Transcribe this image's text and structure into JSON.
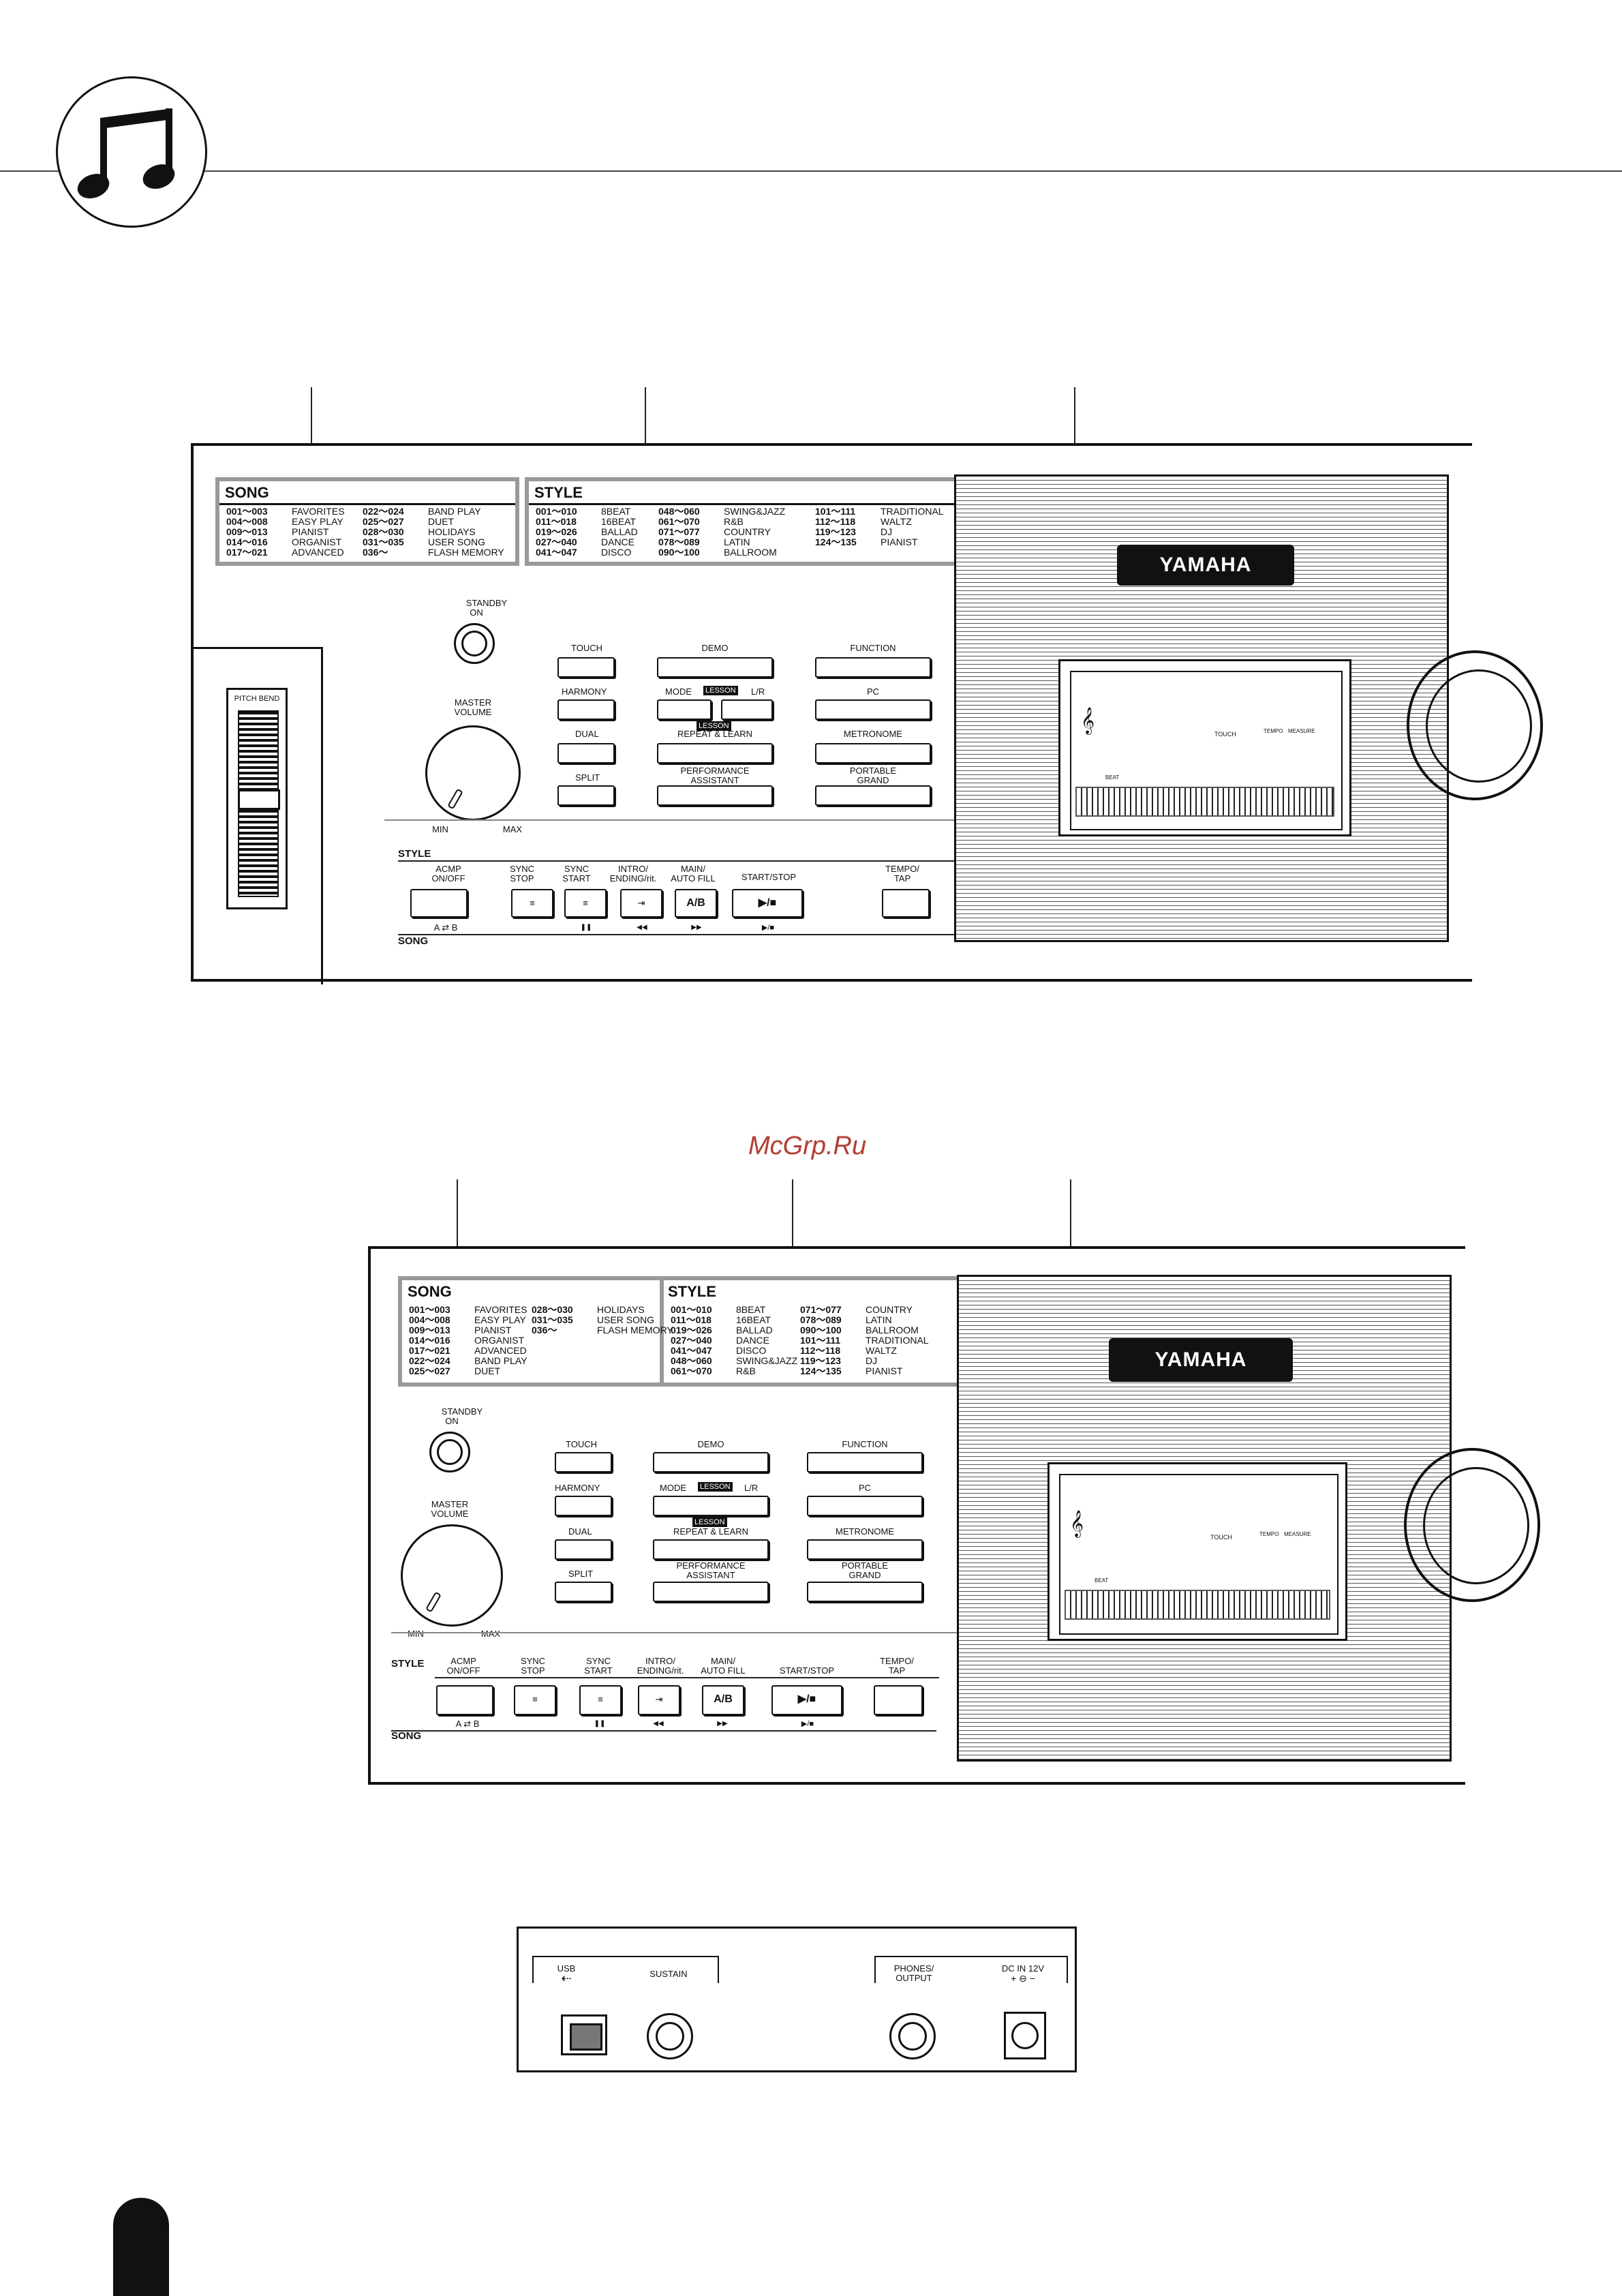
{
  "watermark": "McGrp.Ru",
  "song_list": {
    "title": "SONG",
    "items": [
      {
        "range": "001～003",
        "name": "FAVORITES"
      },
      {
        "range": "004～008",
        "name": "EASY PLAY"
      },
      {
        "range": "009～013",
        "name": "PIANIST"
      },
      {
        "range": "014～016",
        "name": "ORGANIST"
      },
      {
        "range": "017～021",
        "name": "ADVANCED"
      },
      {
        "range": "022～024",
        "name": "BAND PLAY"
      },
      {
        "range": "025～027",
        "name": "DUET"
      },
      {
        "range": "028～030",
        "name": "HOLIDAYS"
      },
      {
        "range": "031～035",
        "name": "USER SONG"
      },
      {
        "range": "036～",
        "name": "FLASH MEMORY"
      }
    ]
  },
  "style_list": {
    "title": "STYLE",
    "items": [
      {
        "range": "001～010",
        "name": "8BEAT"
      },
      {
        "range": "011～018",
        "name": "16BEAT"
      },
      {
        "range": "019～026",
        "name": "BALLAD"
      },
      {
        "range": "027～040",
        "name": "DANCE"
      },
      {
        "range": "041～047",
        "name": "DISCO"
      },
      {
        "range": "048～060",
        "name": "SWING&JAZZ"
      },
      {
        "range": "061～070",
        "name": "R&B"
      },
      {
        "range": "071～077",
        "name": "COUNTRY"
      },
      {
        "range": "078～089",
        "name": "LATIN"
      },
      {
        "range": "090～100",
        "name": "BALLROOM"
      },
      {
        "range": "101～111",
        "name": "TRADITIONAL"
      },
      {
        "range": "112～118",
        "name": "WALTZ"
      },
      {
        "range": "119～123",
        "name": "DJ"
      },
      {
        "range": "124～135",
        "name": "PIANIST"
      }
    ]
  },
  "controls": {
    "pitch_bend": "PITCH BEND",
    "standby": "STANDBY",
    "on": "ON",
    "master_volume": "MASTER\nVOLUME",
    "min": "MIN",
    "max": "MAX",
    "touch": "TOUCH",
    "harmony": "HARMONY",
    "dual": "DUAL",
    "split": "SPLIT",
    "demo": "DEMO",
    "mode": "MODE",
    "lesson": "LESSON",
    "lr": "L/R",
    "repeat_learn": "REPEAT & LEARN",
    "performance_assistant": "PERFORMANCE\nASSISTANT",
    "function": "FUNCTION",
    "pc": "PC",
    "metronome": "METRONOME",
    "portable_grand": "PORTABLE\nGRAND",
    "style": "STYLE",
    "song": "SONG",
    "acmp": "ACMP\nON/OFF",
    "sync_stop": "SYNC\nSTOP",
    "sync_start": "SYNC\nSTART",
    "intro": "INTRO/\nENDING/rit.",
    "main": "MAIN/\nAUTO FILL",
    "start_stop": "START/STOP",
    "tempo_tap": "TEMPO/\nTAP",
    "ab_label": "A/B",
    "a_b_repeat": "A ⇄ B",
    "pause": "❚❚",
    "rew": "◀◀",
    "ff": "▶▶",
    "play_stop": "▶/■",
    "brand": "YAMAHA",
    "lcd_touch": "TOUCH",
    "lcd_tempo": "TEMPO",
    "lcd_measure": "MEASURE",
    "lcd_beat": "BEAT"
  },
  "rear_panel": {
    "usb": "USB",
    "sustain": "SUSTAIN",
    "phones": "PHONES/\nOUTPUT",
    "dc_in": "DC IN 12V"
  }
}
